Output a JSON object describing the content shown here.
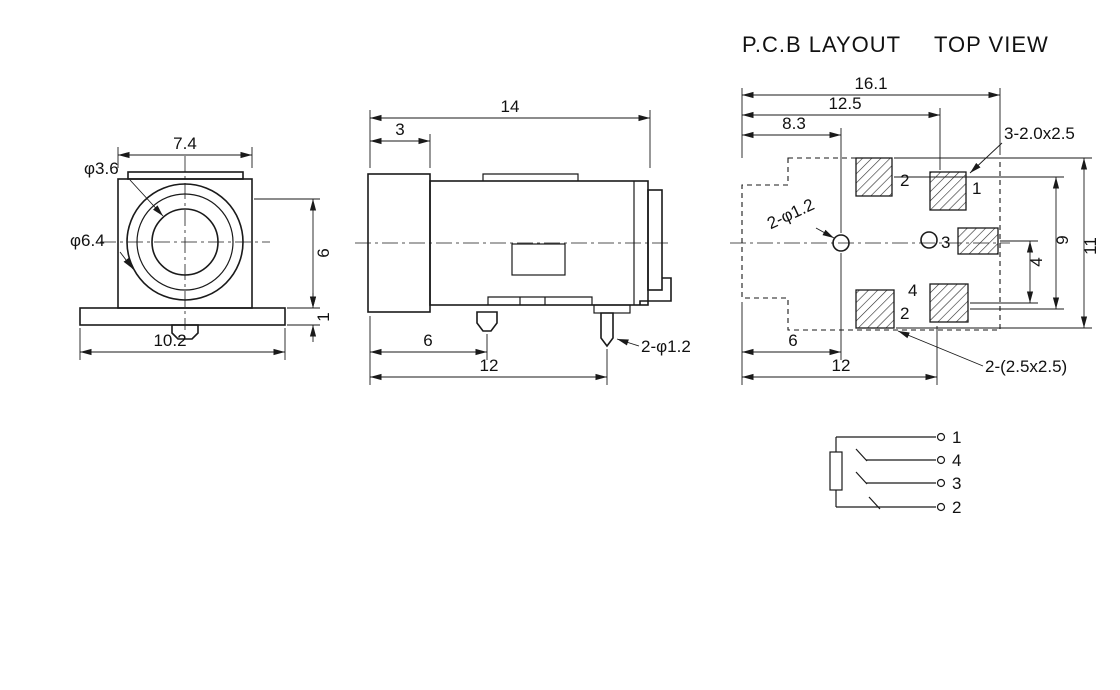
{
  "title": {
    "pcb_layout": "P.C.B LAYOUT",
    "top_view": "TOP VIEW"
  },
  "front_view": {
    "top_width": "7.4",
    "inner_diameter": "φ3.6",
    "outer_diameter": "φ6.4",
    "body_height": "6",
    "flange_thickness": "1",
    "base_width": "10.2"
  },
  "side_view": {
    "total_length": "14",
    "front_length": "3",
    "pin1_offset": "6",
    "pin2_offset": "12",
    "pin_spec": "2-φ1.2"
  },
  "pcb_layout": {
    "overall_width": "16.1",
    "pad_col_offset": "12.5",
    "hole_offset_x": "8.3",
    "small_pad_spec": "3-2.0x2.5",
    "hole_spec": "2-φ1.2",
    "row_gap": "4",
    "span_9": "9",
    "span_11": "11",
    "hole_x": "6",
    "pad_x": "12",
    "large_pad_spec": "2-(2.5x2.5)",
    "pad_labels": {
      "top_left": "2",
      "top_right": "1",
      "middle": "3",
      "bottom_mid": "4",
      "bottom_left": "2"
    }
  },
  "schematic": {
    "pin_labels": [
      "1",
      "4",
      "3",
      "2"
    ]
  }
}
